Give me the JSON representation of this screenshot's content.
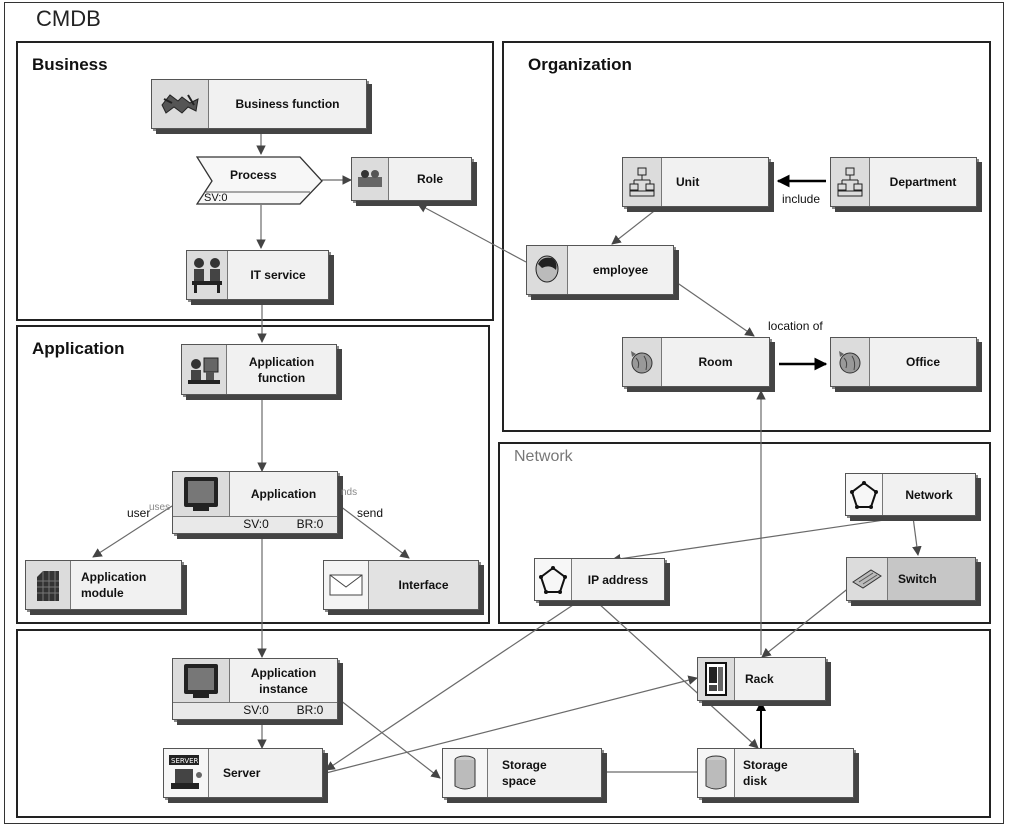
{
  "title": "CMDB",
  "regions": {
    "business": "Business",
    "organization": "Organization",
    "application": "Application",
    "network": "Network",
    "infrastructure": ""
  },
  "nodes": {
    "business_function": {
      "label": "Business function",
      "icon": "handshake-icon"
    },
    "process": {
      "label": "Process",
      "stat": "SV:0",
      "icon": "chevron-process-shape"
    },
    "role": {
      "label": "Role",
      "icon": "role-icon"
    },
    "it_service": {
      "label": "IT service",
      "icon": "people-meeting-icon"
    },
    "unit": {
      "label": "Unit",
      "icon": "org-chart-icon"
    },
    "department": {
      "label": "Department",
      "icon": "org-chart-icon"
    },
    "employee": {
      "label": "employee",
      "icon": "person-head-icon"
    },
    "room": {
      "label": "Room",
      "icon": "globe-icon"
    },
    "office": {
      "label": "Office",
      "icon": "globe-icon"
    },
    "application_function": {
      "label_line1": "Application",
      "label_line2": "function",
      "icon": "person-at-desk-icon"
    },
    "application": {
      "label": "Application",
      "sv": "SV:0",
      "br": "BR:0",
      "icon": "monitor-icon"
    },
    "application_module": {
      "label_line1": "Application",
      "label_line2": "module",
      "icon": "module-block-icon"
    },
    "interface": {
      "label": "Interface",
      "icon": "envelope-icon"
    },
    "network": {
      "label": "Network",
      "icon": "pentagon-network-icon"
    },
    "ip_address": {
      "label": "IP address",
      "icon": "pentagon-network-icon"
    },
    "switch": {
      "label": "Switch",
      "icon": "switch-device-icon"
    },
    "application_instance": {
      "label_line1": "Application",
      "label_line2": "instance",
      "sv": "SV:0",
      "br": "BR:0",
      "icon": "monitor-icon"
    },
    "rack": {
      "label": "Rack",
      "icon": "rack-cabinet-icon"
    },
    "server": {
      "label": "Server",
      "icon": "server-icon"
    },
    "storage_space": {
      "label_line1": "Storage",
      "label_line2": "space",
      "icon": "cylinder-storage-icon"
    },
    "storage_disk": {
      "label_line1": "Storage",
      "label_line2": "disk",
      "icon": "cylinder-storage-icon"
    }
  },
  "edge_labels": {
    "include": "include",
    "location_of": "location of",
    "uses_main": "user",
    "uses_faint": "uses",
    "sends_main": "send",
    "sends_faint": "nds"
  },
  "colors": {
    "node_fill": "#f1f1f1",
    "icon_fill": "#dcdcdc",
    "border": "#222222"
  }
}
